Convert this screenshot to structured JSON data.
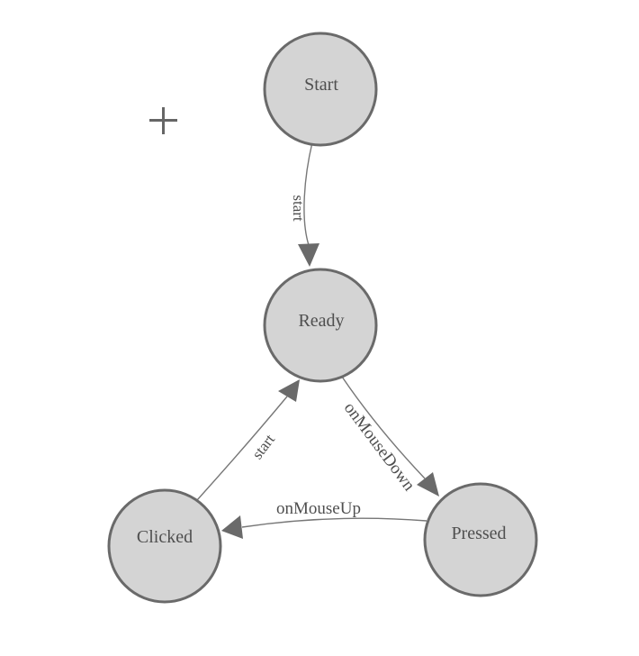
{
  "palette": {
    "node_fill": "#d4d4d4",
    "node_stroke": "#6a6a6a",
    "edge_stroke": "#777777",
    "arrow_fill": "#6a6a6a",
    "label_color": "#4f4f4f",
    "crosshair_color": "#666666"
  },
  "nodes": [
    {
      "id": "start",
      "label": "Start"
    },
    {
      "id": "ready",
      "label": "Ready"
    },
    {
      "id": "clicked",
      "label": "Clicked"
    },
    {
      "id": "pressed",
      "label": "Pressed"
    }
  ],
  "edges": [
    {
      "id": "start-to-ready",
      "from": "Start",
      "to": "Ready",
      "label": "start"
    },
    {
      "id": "ready-to-pressed",
      "from": "Ready",
      "to": "Pressed",
      "label": "onMouseDown"
    },
    {
      "id": "pressed-to-clicked",
      "from": "Pressed",
      "to": "Clicked",
      "label": "onMouseUp"
    },
    {
      "id": "clicked-to-ready",
      "from": "Clicked",
      "to": "Ready",
      "label": "start"
    }
  ],
  "crosshair": {
    "symbol": "+"
  }
}
